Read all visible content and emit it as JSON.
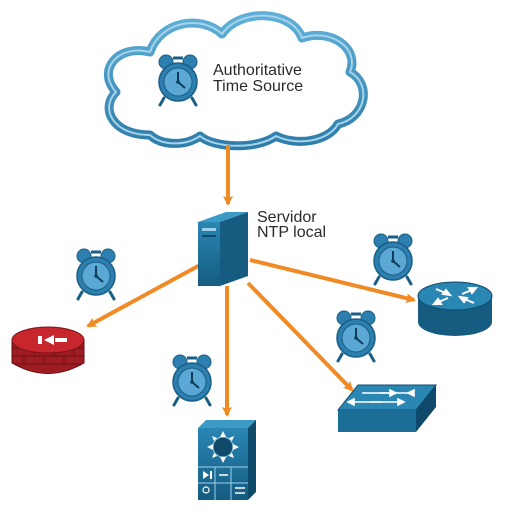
{
  "source": {
    "label_line1": "Authoritative",
    "label_line2": "Time Source"
  },
  "server": {
    "label_line1": "Servidor",
    "label_line2": "NTP local"
  },
  "devices": [
    {
      "type": "firewall",
      "icon": "firewall-icon"
    },
    {
      "type": "multilayer-switch",
      "icon": "multilayer-switch-icon"
    },
    {
      "type": "switch",
      "icon": "switch-icon"
    },
    {
      "type": "router",
      "icon": "router-icon"
    }
  ],
  "colors": {
    "arrow": "#F08A24",
    "device": "#1B6F96",
    "cloud_outline": "#4A9BC4",
    "clock": "#2C7FAE",
    "firewall_brick": "#B11F26"
  }
}
